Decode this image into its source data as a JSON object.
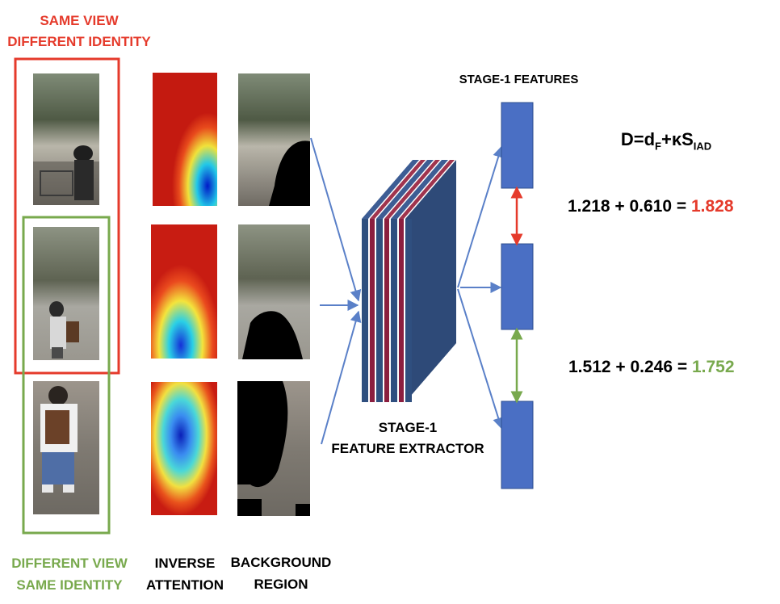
{
  "labels": {
    "same_view_line1": "SAME VIEW",
    "same_view_line2": "DIFFERENT IDENTITY",
    "diff_view_line1": "DIFFERENT VIEW",
    "diff_view_line2": "SAME IDENTITY",
    "inverse_line1": "INVERSE",
    "inverse_line2": "ATTENTION",
    "background_line1": "BACKGROUND",
    "background_line2": "REGION",
    "extractor_line1": "STAGE-1",
    "extractor_line2": "FEATURE EXTRACTOR",
    "features_title": "STAGE-1 FEATURES"
  },
  "formula": {
    "prefix": "D=d",
    "sub_f": "F",
    "mid": "+κS",
    "sub_iad": "IAD"
  },
  "distances": [
    {
      "lhs": "1.218 + 0.610 = ",
      "result": "1.828",
      "color": "#e53a2b"
    },
    {
      "lhs": "1.512 + 0.246 = ",
      "result": "1.752",
      "color": "#78a94d"
    }
  ],
  "colors": {
    "red": "#e53a2b",
    "green": "#78a94d",
    "blue_box": "#4a6fc4",
    "arrow_blue": "#5a80c8",
    "layer_blue": "#2f4f7f",
    "layer_red": "#8b1e3f"
  }
}
